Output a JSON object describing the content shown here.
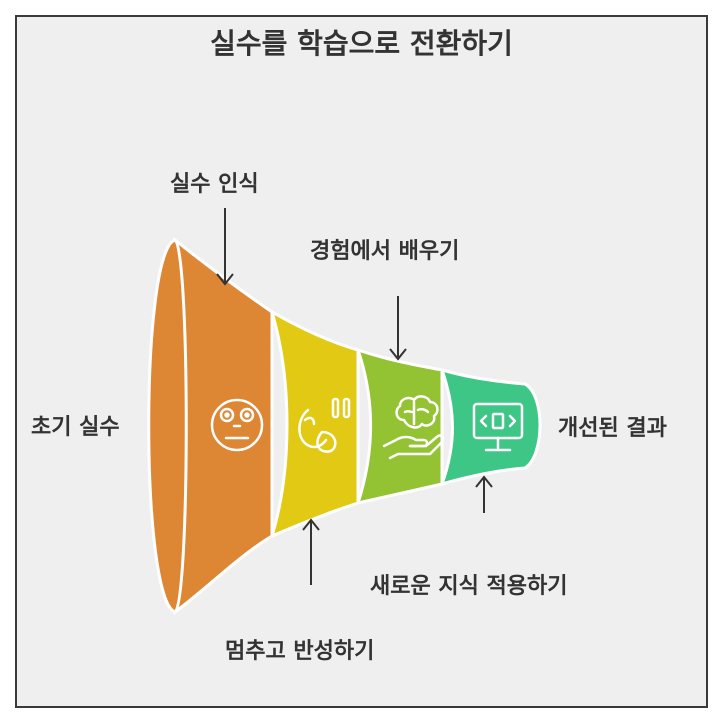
{
  "title": "실수를 학습으로 전환하기",
  "labels": {
    "initial_mistake": "초기 실수",
    "recognize_mistake": "실수 인식",
    "learn_from_experience": "경험에서 배우기",
    "pause_and_reflect": "멈추고 반성하기",
    "apply_new_knowledge": "새로운 지식 적용하기",
    "improved_result": "개선된 결과"
  },
  "stages": [
    {
      "name": "stage-initial-mistake",
      "color": "#dd8634",
      "icon": "confused-face-icon"
    },
    {
      "name": "stage-pause-reflect",
      "color": "#e2c913",
      "icon": "pause-reflect-icon"
    },
    {
      "name": "stage-learn",
      "color": "#93c233",
      "icon": "brain-hand-icon"
    },
    {
      "name": "stage-apply",
      "color": "#3ec686",
      "icon": "code-monitor-icon"
    }
  ],
  "colors": {
    "background": "#efefef",
    "border": "#3a3a3a",
    "text": "#333333",
    "line": "#ffffff",
    "arrow": "#333333"
  }
}
